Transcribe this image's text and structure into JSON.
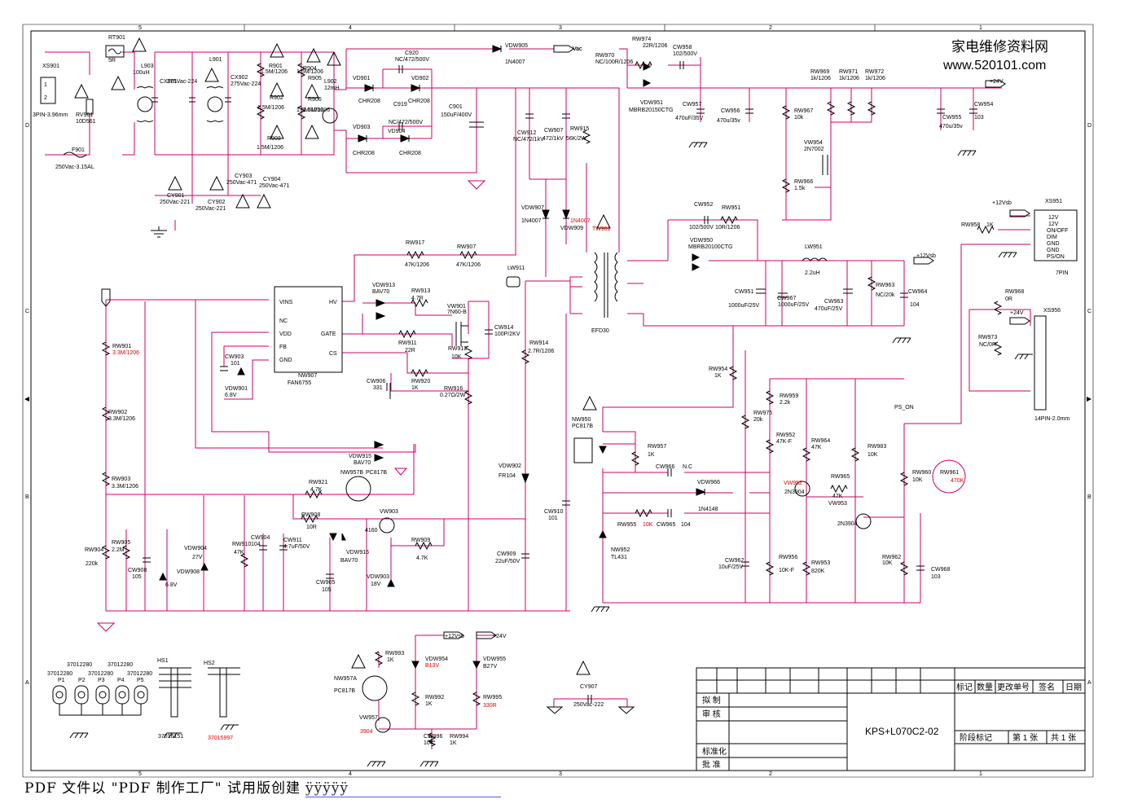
{
  "brand": {
    "name": "家电维修资料网",
    "url": "www.520101.com"
  },
  "footer": {
    "text": "PDF 文件以 \"PDF 制作工厂\" 试用版创建",
    "sig": "ÿÿÿÿÿ"
  },
  "title_block": {
    "doc_no": "KPS+L070C2-02",
    "rows": [
      "拟 制",
      "审 核",
      "标准化",
      "批 准"
    ],
    "headers": [
      "标记",
      "数量",
      "更改单号",
      "签名",
      "日期"
    ],
    "stage": "阶段标记",
    "page": "第 1 张",
    "total": "共 1 张"
  },
  "ruler": {
    "top": [
      "5",
      "4",
      "3",
      "2",
      "1"
    ],
    "side": [
      "D",
      "C",
      "B",
      "A"
    ]
  },
  "labels": [
    {
      "text": "XS901"
    },
    {
      "text": "3PIN-3.96mm"
    },
    {
      "text": "RT901"
    },
    {
      "text": "5R"
    },
    {
      "text": "L903"
    },
    {
      "text": "100uH"
    },
    {
      "text": "RV901"
    },
    {
      "text": "10D561"
    },
    {
      "text": "F901"
    },
    {
      "text": "250Vac-3.15AL"
    },
    {
      "text": "L901"
    },
    {
      "text": "CX901"
    },
    {
      "text": "275Vac-224"
    },
    {
      "text": "CX902"
    },
    {
      "text": "275Vac-224"
    },
    {
      "text": "R901"
    },
    {
      "text": "1.5M/1206"
    },
    {
      "text": "R902"
    },
    {
      "text": "1.5M/1206"
    },
    {
      "text": "R903"
    },
    {
      "text": "1.5M/1206"
    },
    {
      "text": "R904"
    },
    {
      "text": "1.5M/1206"
    },
    {
      "text": "R905"
    },
    {
      "text": "1.5M/1206"
    },
    {
      "text": "R906"
    },
    {
      "text": "1.5M/1206"
    },
    {
      "text": "L902"
    },
    {
      "text": "12mH"
    },
    {
      "text": "CY901"
    },
    {
      "text": "250Vac-221"
    },
    {
      "text": "CY902"
    },
    {
      "text": "250Vac-221"
    },
    {
      "text": "CY903"
    },
    {
      "text": "250Vac-471"
    },
    {
      "text": "CY904"
    },
    {
      "text": "250Vac-471"
    },
    {
      "text": "VD901"
    },
    {
      "text": "CHR208"
    },
    {
      "text": "VD902"
    },
    {
      "text": "CHR208"
    },
    {
      "text": "VD903"
    },
    {
      "text": "CHR208"
    },
    {
      "text": "VD904"
    },
    {
      "text": "CHR208"
    },
    {
      "text": "C920"
    },
    {
      "text": "NC/472/500V"
    },
    {
      "text": "C919"
    },
    {
      "text": "NC/472/500V"
    },
    {
      "text": "C901"
    },
    {
      "text": "150uF/400V"
    },
    {
      "text": "VDW905"
    },
    {
      "text": "1N4007"
    },
    {
      "text": "Vac"
    },
    {
      "text": "CW912"
    },
    {
      "text": "NC/472/1kV"
    },
    {
      "text": "CW907"
    },
    {
      "text": "472/1kV"
    },
    {
      "text": "RW915"
    },
    {
      "text": "56K/2W"
    },
    {
      "text": "VDW907"
    },
    {
      "text": "1N4007"
    },
    {
      "text": "1N4007"
    },
    {
      "text": "VDW909"
    },
    {
      "text": "TW901"
    },
    {
      "text": "RW917"
    },
    {
      "text": "47K/1206"
    },
    {
      "text": "RW907"
    },
    {
      "text": "47K/1206"
    },
    {
      "text": "LW911"
    },
    {
      "text": "VINS"
    },
    {
      "text": "HV"
    },
    {
      "text": "NC"
    },
    {
      "text": "VDD"
    },
    {
      "text": "GATE"
    },
    {
      "text": "FB"
    },
    {
      "text": "CS"
    },
    {
      "text": "GND"
    },
    {
      "text": "NW907"
    },
    {
      "text": "FAN6755"
    },
    {
      "text": "VDW913"
    },
    {
      "text": "BAV70"
    },
    {
      "text": "RW913"
    },
    {
      "text": "4.7R"
    },
    {
      "text": "VW901"
    },
    {
      "text": "7N60-B"
    },
    {
      "text": "CW914"
    },
    {
      "text": "100P/2KV"
    },
    {
      "text": "RW911"
    },
    {
      "text": "22R"
    },
    {
      "text": "RW912"
    },
    {
      "text": "10K"
    },
    {
      "text": "CW906"
    },
    {
      "text": "331"
    },
    {
      "text": "RW920"
    },
    {
      "text": "1K"
    },
    {
      "text": "RW916"
    },
    {
      "text": "0.27Ω/2W"
    },
    {
      "text": "CW903"
    },
    {
      "text": "101"
    },
    {
      "text": "VDW901"
    },
    {
      "text": "6.8V"
    },
    {
      "text": "RW914"
    },
    {
      "text": "2.7R/1206"
    },
    {
      "text": "EFD30"
    },
    {
      "text": "RW974"
    },
    {
      "text": "22R/1206"
    },
    {
      "text": "RW970"
    },
    {
      "text": "NC/100R/1206"
    },
    {
      "text": "CW958"
    },
    {
      "text": "102/500V"
    },
    {
      "text": "VDW951"
    },
    {
      "text": "MBRB20150CTG"
    },
    {
      "text": "CW957"
    },
    {
      "text": "470uF/35V"
    },
    {
      "text": "CW956"
    },
    {
      "text": "470u/35v"
    },
    {
      "text": "RW969"
    },
    {
      "text": "1k/1206"
    },
    {
      "text": "RW971"
    },
    {
      "text": "1k/1206"
    },
    {
      "text": "RW972"
    },
    {
      "text": "1k/1206"
    },
    {
      "text": "+24V"
    },
    {
      "text": "RW967"
    },
    {
      "text": "10k"
    },
    {
      "text": "VW954"
    },
    {
      "text": "2N7002"
    },
    {
      "text": "RW966"
    },
    {
      "text": "1.5k"
    },
    {
      "text": "CW955"
    },
    {
      "text": "470u/35v"
    },
    {
      "text": "CW954"
    },
    {
      "text": "103"
    },
    {
      "text": "CW952"
    },
    {
      "text": "102/500V"
    },
    {
      "text": "RW951"
    },
    {
      "text": "10R/1206"
    },
    {
      "text": "VDW950"
    },
    {
      "text": "MBRB20100CTG"
    },
    {
      "text": "LW951"
    },
    {
      "text": "2.2uH"
    },
    {
      "text": "+12Vsb"
    },
    {
      "text": "CW951"
    },
    {
      "text": "1000uF/25V"
    },
    {
      "text": "CW967"
    },
    {
      "text": "1000uF/25V"
    },
    {
      "text": "CW963"
    },
    {
      "text": "470uF/25V"
    },
    {
      "text": "RW963"
    },
    {
      "text": "NC/20k"
    },
    {
      "text": "CW964"
    },
    {
      "text": "104"
    },
    {
      "text": "+12Vsb"
    },
    {
      "text": "XS951"
    },
    {
      "text": "RW958"
    },
    {
      "text": "1K"
    },
    {
      "text": "7PIN"
    },
    {
      "text": "RW968"
    },
    {
      "text": "0R"
    },
    {
      "text": "+24V"
    },
    {
      "text": "XS956"
    },
    {
      "text": "RW973"
    },
    {
      "text": "NC/0R"
    },
    {
      "text": "14PIN-2.0mm"
    },
    {
      "text": "PS_ON"
    },
    {
      "text": "RW954"
    },
    {
      "text": "1K"
    },
    {
      "text": "RW975"
    },
    {
      "text": "20k"
    },
    {
      "text": "RW959"
    },
    {
      "text": "2.2k"
    },
    {
      "text": "RW952"
    },
    {
      "text": "47K-F"
    },
    {
      "text": "RW964"
    },
    {
      "text": "47K"
    },
    {
      "text": "RW983"
    },
    {
      "text": "10K"
    },
    {
      "text": "NW950"
    },
    {
      "text": "PC817B"
    },
    {
      "text": "RW957"
    },
    {
      "text": "1K"
    },
    {
      "text": "CW966"
    },
    {
      "text": "N.C"
    },
    {
      "text": "VDW966"
    },
    {
      "text": "1N4148"
    },
    {
      "text": "VW952"
    },
    {
      "text": "2N3904"
    },
    {
      "text": "RW965"
    },
    {
      "text": "47K"
    },
    {
      "text": "VW953"
    },
    {
      "text": "RW960"
    },
    {
      "text": "10K"
    },
    {
      "text": "RW961"
    },
    {
      "text": "470K"
    },
    {
      "text": "RW955"
    },
    {
      "text": "10K"
    },
    {
      "text": "CW965"
    },
    {
      "text": "104"
    },
    {
      "text": "2N3904"
    },
    {
      "text": "NW952"
    },
    {
      "text": "TL431"
    },
    {
      "text": "CW962"
    },
    {
      "text": "10uF/25V"
    },
    {
      "text": "RW956"
    },
    {
      "text": "10K-F"
    },
    {
      "text": "RW953"
    },
    {
      "text": "820K"
    },
    {
      "text": "RW962"
    },
    {
      "text": "10K"
    },
    {
      "text": "CW968"
    },
    {
      "text": "103"
    },
    {
      "text": "VDW902"
    },
    {
      "text": "FR104"
    },
    {
      "text": "CW910"
    },
    {
      "text": "101"
    },
    {
      "text": "CW909"
    },
    {
      "text": "22uF/50V"
    },
    {
      "text": "VDW915"
    },
    {
      "text": "BAV70"
    },
    {
      "text": "NW957B"
    },
    {
      "text": "PC817B"
    },
    {
      "text": "RW921"
    },
    {
      "text": "4.7K"
    },
    {
      "text": "RW908"
    },
    {
      "text": "10R"
    },
    {
      "text": "VW903"
    },
    {
      "text": "4160"
    },
    {
      "text": "RW909"
    },
    {
      "text": "4.7K"
    },
    {
      "text": "VDW916"
    },
    {
      "text": "BAV70"
    },
    {
      "text": "CW905"
    },
    {
      "text": "105"
    },
    {
      "text": "VDW903"
    },
    {
      "text": "18V"
    },
    {
      "text": "RW901"
    },
    {
      "text": "3.3M/1206"
    },
    {
      "text": "RW902"
    },
    {
      "text": "3.3M/1206"
    },
    {
      "text": "RW903"
    },
    {
      "text": "3.3M/1206"
    },
    {
      "text": "RW904"
    },
    {
      "text": "220k"
    },
    {
      "text": "RW905"
    },
    {
      "text": "2.2M"
    },
    {
      "text": "CW908"
    },
    {
      "text": "105"
    },
    {
      "text": "VDW908"
    },
    {
      "text": "6.8V"
    },
    {
      "text": "VDW904"
    },
    {
      "text": "27V"
    },
    {
      "text": "RW910"
    },
    {
      "text": "47K"
    },
    {
      "text": "CW904"
    },
    {
      "text": "104"
    },
    {
      "text": "CW911"
    },
    {
      "text": "4.7uF/50V"
    },
    {
      "text": "P1"
    },
    {
      "text": "P2"
    },
    {
      "text": "P3"
    },
    {
      "text": "P4"
    },
    {
      "text": "P5"
    },
    {
      "text": "37012280"
    },
    {
      "text": "37012280"
    },
    {
      "text": "37012280"
    },
    {
      "text": "37012280"
    },
    {
      "text": "37012280"
    },
    {
      "text": "HS1"
    },
    {
      "text": "37016151"
    },
    {
      "text": "HS2"
    },
    {
      "text": "37015997"
    },
    {
      "text": "NW957A"
    },
    {
      "text": "PC817B"
    },
    {
      "text": "RW993"
    },
    {
      "text": "1K"
    },
    {
      "text": "+12Vsb"
    },
    {
      "text": "+24V"
    },
    {
      "text": "VDW954"
    },
    {
      "text": "B13V"
    },
    {
      "text": "VDW955"
    },
    {
      "text": "B27V"
    },
    {
      "text": "RW992"
    },
    {
      "text": "1K"
    },
    {
      "text": "RW995"
    },
    {
      "text": "330R"
    },
    {
      "text": "VW957"
    },
    {
      "text": "3904"
    },
    {
      "text": "CW996"
    },
    {
      "text": "104"
    },
    {
      "text": "RW994"
    },
    {
      "text": "1K"
    },
    {
      "text": "CY907"
    },
    {
      "text": "250Vac-222"
    },
    {
      "text": "Vac"
    },
    {
      "text": "12V"
    },
    {
      "text": "12V"
    },
    {
      "text": "ON/OFF"
    },
    {
      "text": "DIM"
    },
    {
      "text": "GND"
    },
    {
      "text": "GND"
    },
    {
      "text": "PS/ON"
    }
  ],
  "colors": {
    "wire": "#cc0066",
    "ink": "#000000",
    "highlight": "#e00000"
  }
}
